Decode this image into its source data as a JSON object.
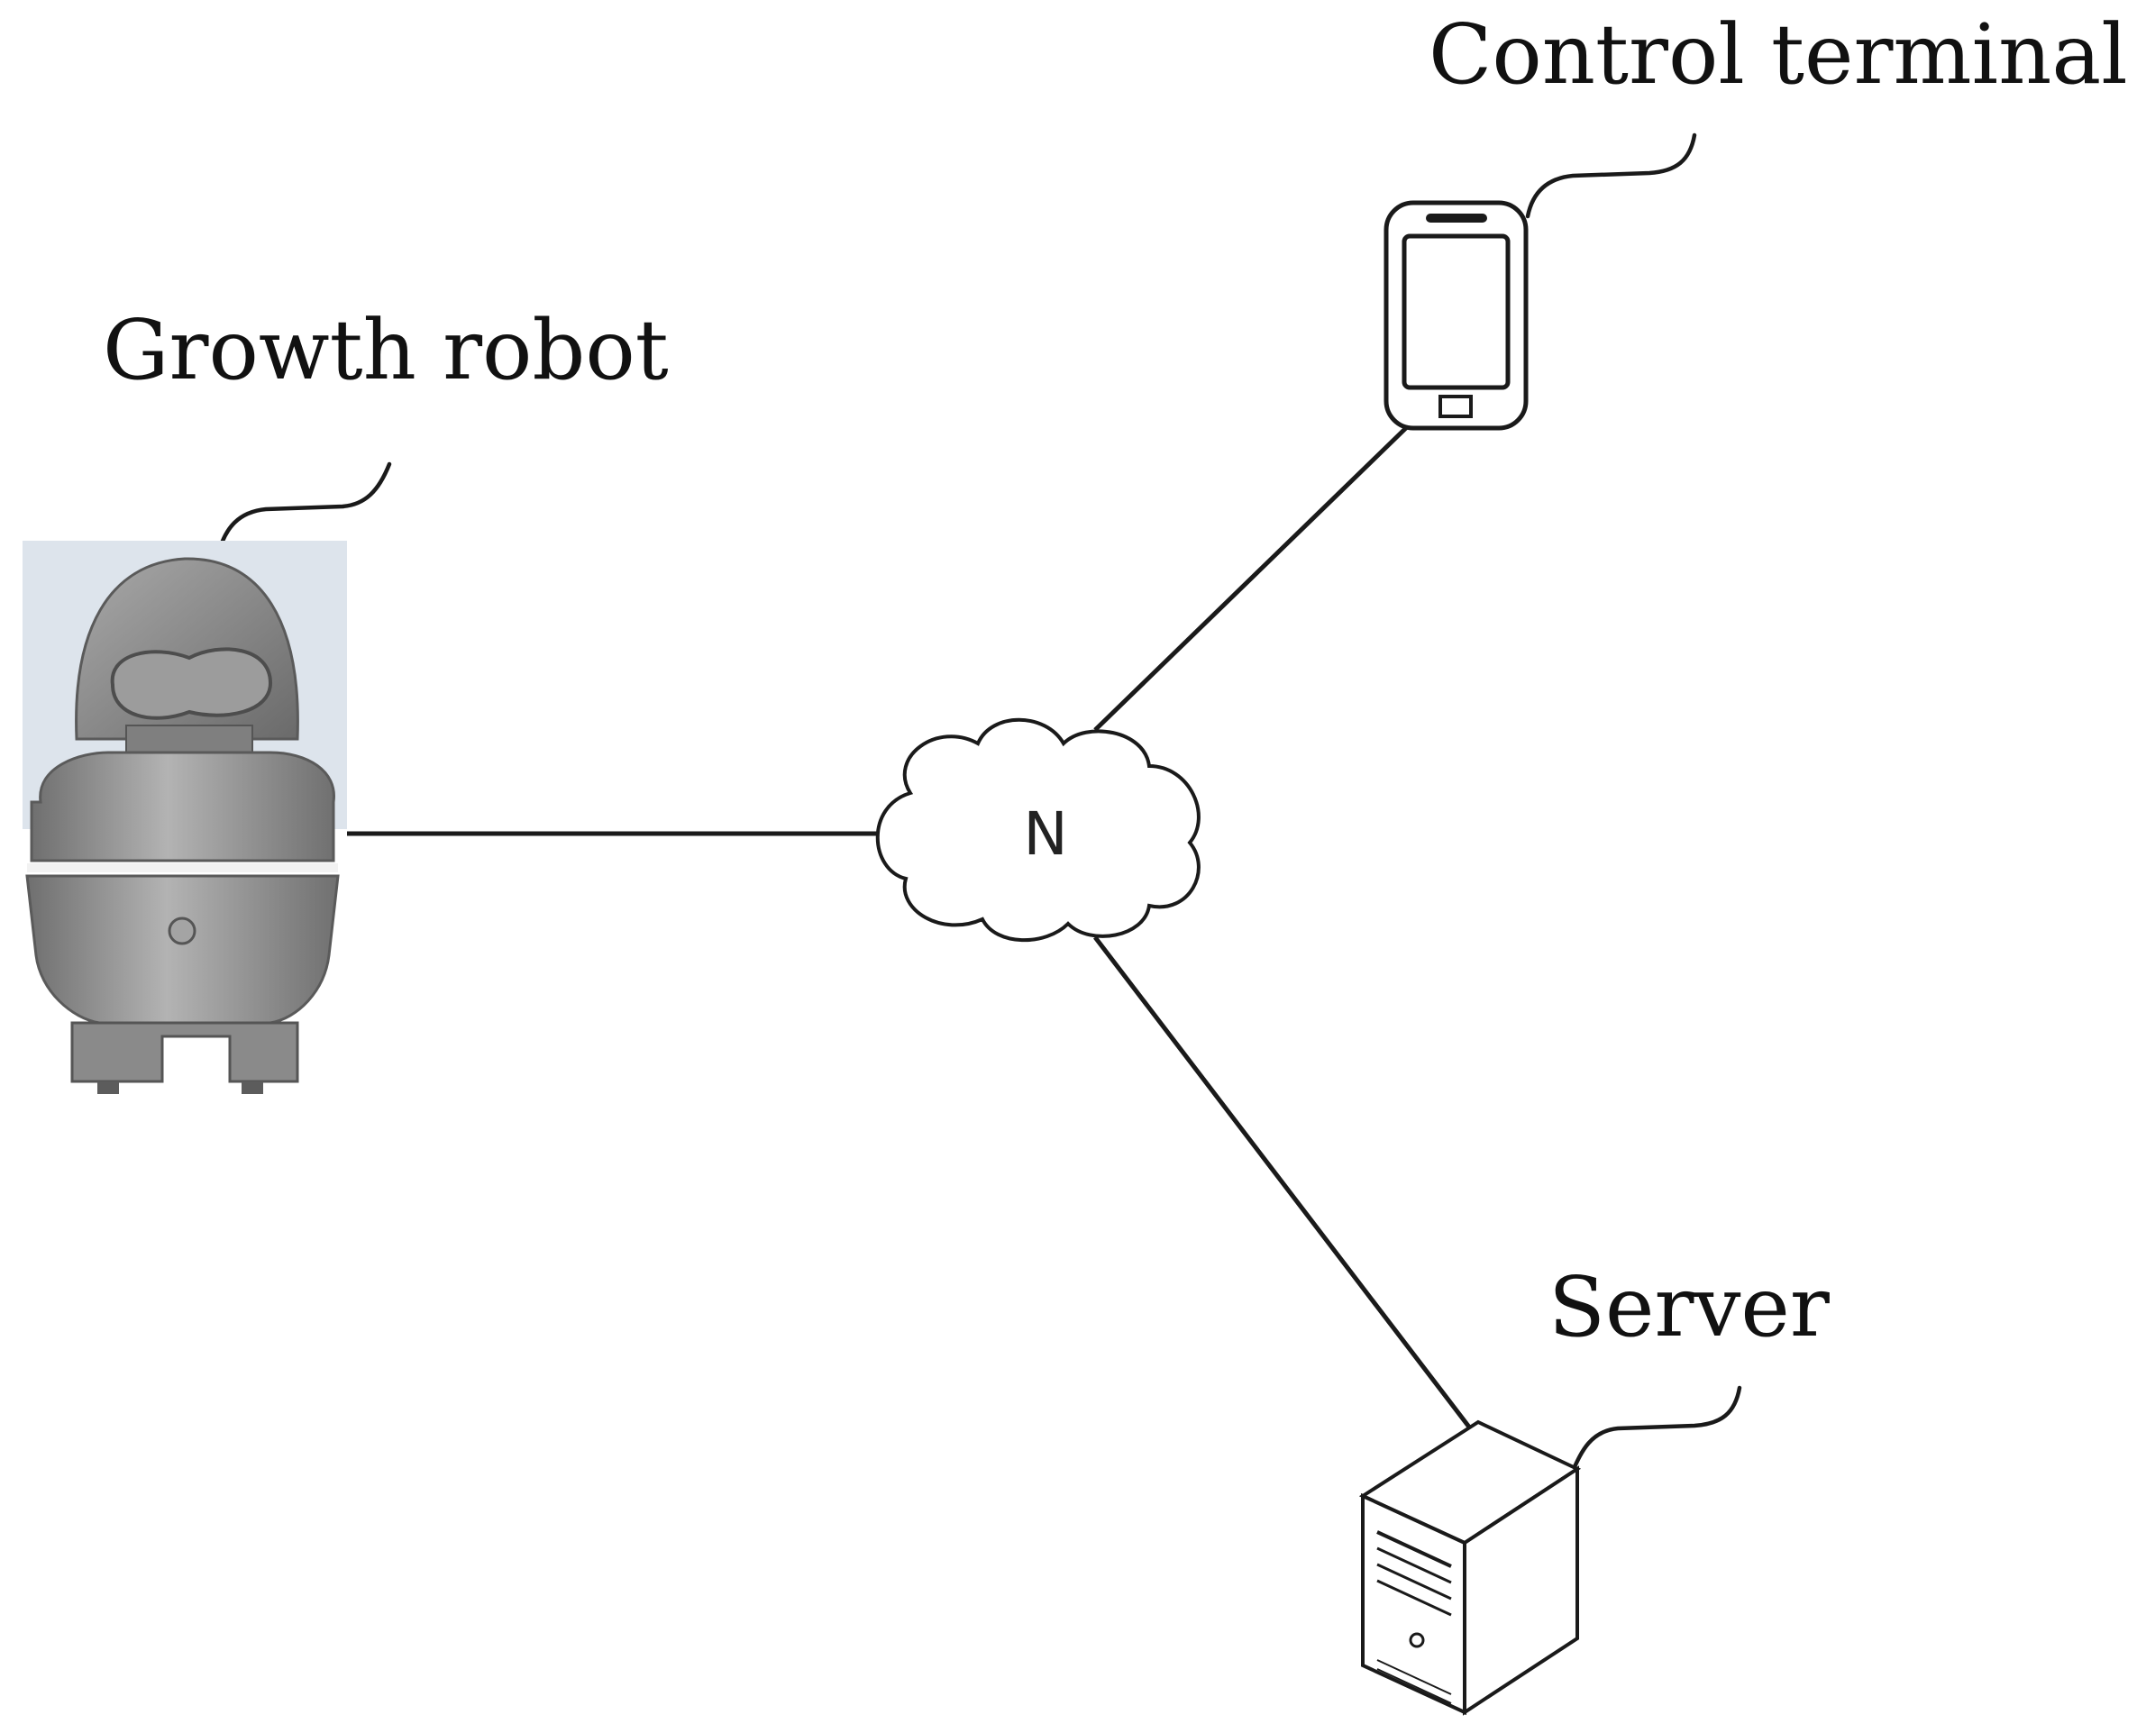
{
  "nodes": {
    "robot": {
      "label": "Growth robot"
    },
    "terminal": {
      "label": "Control terminal"
    },
    "server": {
      "label": "Server"
    },
    "network": {
      "label": "N"
    }
  },
  "colors": {
    "line": "#1a1a1a",
    "robot_body": "#8e8e8e",
    "robot_backdrop": "#dfe5ec",
    "background": "#ffffff"
  },
  "icons": [
    "robot-illustration",
    "smartphone-icon",
    "server-tower-icon",
    "cloud-icon"
  ]
}
